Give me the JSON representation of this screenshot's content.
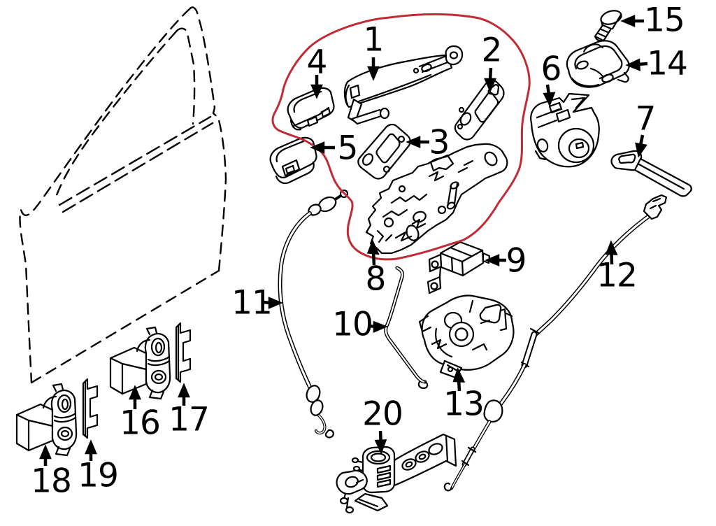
{
  "diagram": {
    "kind": "exploded parts illustration",
    "background_color": "#ffffff",
    "line_color": "#000000",
    "highlight_color": "#c22b35",
    "highlight_shape": "freehand red loop encircling callouts 1 2 3 4 5 8"
  },
  "callouts": [
    "1",
    "2",
    "3",
    "4",
    "5",
    "6",
    "7",
    "8",
    "9",
    "10",
    "11",
    "12",
    "13",
    "14",
    "15",
    "16",
    "17",
    "18",
    "19",
    "20"
  ]
}
